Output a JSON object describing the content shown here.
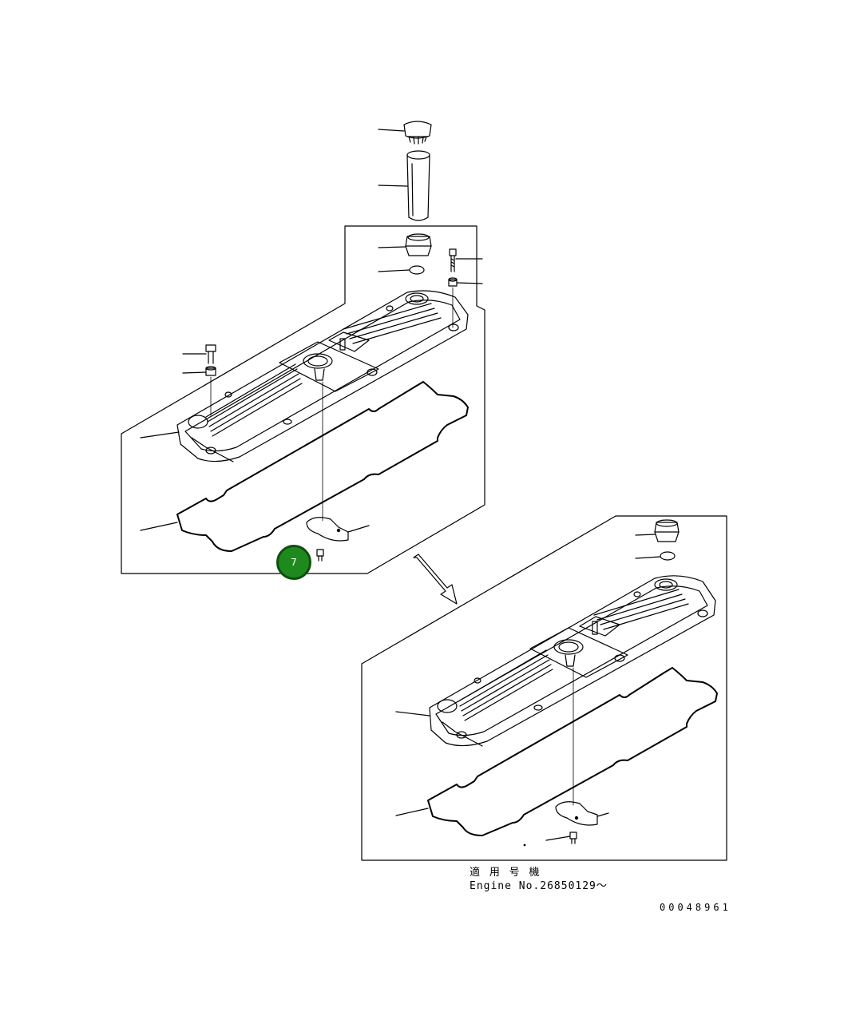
{
  "callouts": [
    {
      "id": "callout-7",
      "label": "7"
    }
  ],
  "applicability": {
    "heading": "適 用 号 機",
    "engine_line": "Engine No.26850129～"
  },
  "drawing_number": "00048961",
  "colors": {
    "line": "#000000",
    "callout_fill": "#1e8a1e",
    "callout_border": "#0f4f0f",
    "background": "#ffffff"
  }
}
